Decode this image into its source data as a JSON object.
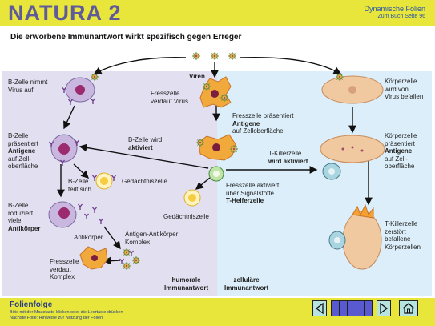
{
  "header": {
    "logo": "NATURA 2",
    "title": "Dynamische Folien",
    "subtitle": "Zum Buch Seite 96"
  },
  "slide": {
    "title": "Die erworbene Immunantwort wirkt spezifisch gegen Erreger"
  },
  "labels": {
    "viren": "Viren",
    "bzelle_nimmt_1": "B-Zelle nimmt",
    "bzelle_nimmt_2": "Virus auf",
    "fresszelle_verdaut_1": "Fresszelle",
    "fresszelle_verdaut_2": "verdaut Virus",
    "fz_praes_1": "Fresszelle präsentiert",
    "fz_praes_2": "Antigene",
    "fz_praes_3": "auf Zelloberfläche",
    "bz_praes_1": "B-Zelle",
    "bz_praes_2": "präsentiert",
    "bz_praes_3": "Antigene",
    "bz_praes_4": "auf Zell-",
    "bz_praes_5": "oberfläche",
    "bz_aktiv_1": "B-Zelle wird",
    "bz_aktiv_2": "aktiviert",
    "tkiller_1": "T-Killerzelle",
    "tkiller_2": "wird aktiviert",
    "bz_teilt_1": "B-Zelle",
    "bz_teilt_2": "teilt sich",
    "gedaechtnis_1": "Gedächtniszelle",
    "gedaechtnis_2": "Gedächtniszelle",
    "fz_aktiv_1": "Fresszelle aktiviert",
    "fz_aktiv_2": "über Signalstoffe",
    "fz_aktiv_3": "T-Helferzelle",
    "bz_prod_1": "B-Zelle",
    "bz_prod_2": "roduziert",
    "bz_prod_3": "viele",
    "bz_prod_4": "Antikörper",
    "antikoerper": "Antikörper",
    "ak_komplex_1": "Antigen-Antikörper",
    "ak_komplex_2": "Komplex",
    "fz_komplex_1": "Fresszelle",
    "fz_komplex_2": "verdaut",
    "fz_komplex_3": "Komplex",
    "humoral_1": "humorale",
    "humoral_2": "Immunantwort",
    "zellulaer_1": "zelluläre",
    "zellulaer_2": "Immunantwort",
    "koerper_befallen_1": "Körperzelle",
    "koerper_befallen_2": "wird von",
    "koerper_befallen_3": "Virus befallen",
    "koerper_praes_1": "Körperzelle",
    "koerper_praes_2": "präsentiert",
    "koerper_praes_3": "Antigene",
    "koerper_praes_4": "auf Zell-",
    "koerper_praes_5": "oberfläche",
    "tk_zerstoert_1": "T-Killerzelle",
    "tk_zerstoert_2": "zerstört",
    "tk_zerstoert_3": "befallene",
    "tk_zerstoert_4": "Körperzellen"
  },
  "footer": {
    "title": "Folienfolge",
    "line1": "Bitte mit der Maustaste klicken oder die Leertaste drücken",
    "line2": "Nächste Folie:  Hinweise zur Nutzung der Folien"
  },
  "nav": {
    "prev": "◁",
    "next": "▷",
    "home": "⌂",
    "slots": 5
  },
  "colors": {
    "header": "#e8e63a",
    "logo": "#5f5a9a",
    "humoral_panel": "#e1dff0",
    "cellular_panel": "#dbeef9",
    "bcell": "#c9b7e0",
    "bcell_nucleus": "#9b2a6e",
    "phagocyte": "#f2a93c",
    "bodycell": "#f1c9a0"
  }
}
